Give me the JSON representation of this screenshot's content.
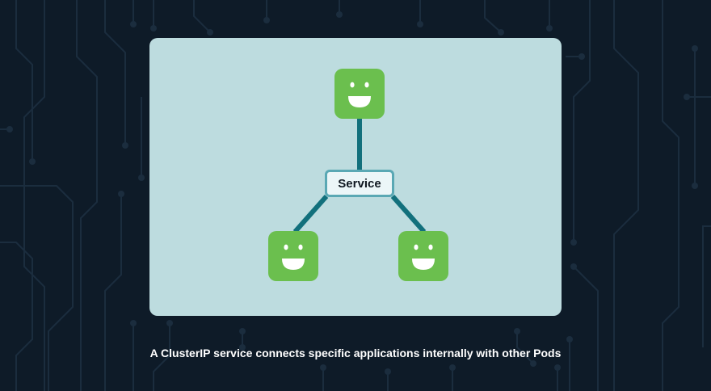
{
  "diagram": {
    "service_label": "Service",
    "pods": [
      {
        "icon": "smiley-pod-icon",
        "position": "top"
      },
      {
        "icon": "smiley-pod-icon",
        "position": "bottom-left"
      },
      {
        "icon": "smiley-pod-icon",
        "position": "bottom-right"
      }
    ]
  },
  "caption": "A ClusterIP service connects specific applications internally with other Pods",
  "colors": {
    "background": "#0e1b28",
    "circuit_lines": "#1b2d3e",
    "panel": "#bddcdf",
    "pod_green": "#6bbf4e",
    "connector": "#12707c",
    "service_border": "#5aa8b4",
    "service_fill": "#ecf6f8"
  }
}
